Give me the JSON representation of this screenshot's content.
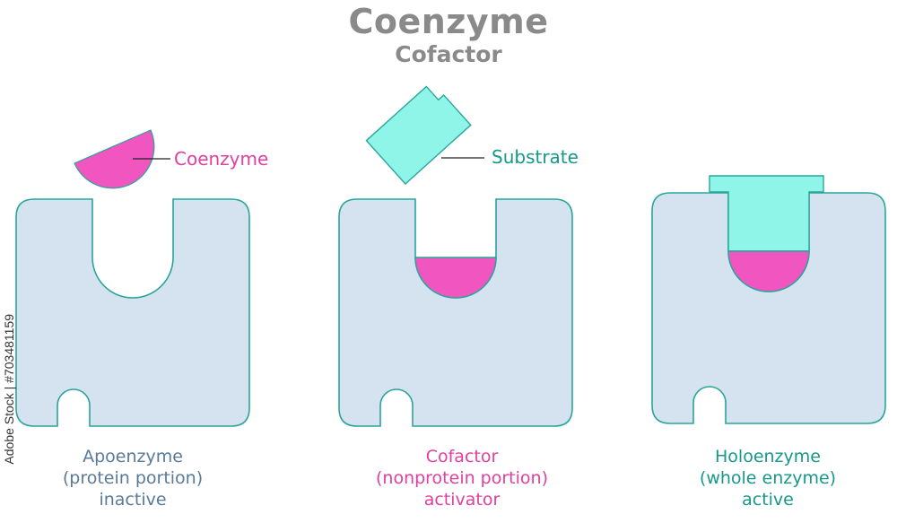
{
  "title": "Coenzyme",
  "subtitle": "Cofactor",
  "labels": {
    "coenzyme": "Coenzyme",
    "substrate": "Substrate"
  },
  "panels": [
    {
      "line1": "Apoenzyme",
      "line2": "(protein portion)",
      "line3": "inactive"
    },
    {
      "line1": "Cofactor",
      "line2": "(nonprotein portion)",
      "line3": "activator"
    },
    {
      "line1": "Holoenzyme",
      "line2": "(whole enzyme)",
      "line3": "active"
    }
  ],
  "watermark": "Adobe Stock | #703481159",
  "colors": {
    "enzyme_fill": "#d5e2f0",
    "enzyme_stroke": "#2aa59a",
    "coenzyme_fill": "#f055c0",
    "substrate_fill": "#8ff5e8",
    "title": "#8a8a8a",
    "apoenzyme_text": "#5a7a9a",
    "cofactor_text": "#e0409f",
    "holoenzyme_text": "#16988a"
  }
}
